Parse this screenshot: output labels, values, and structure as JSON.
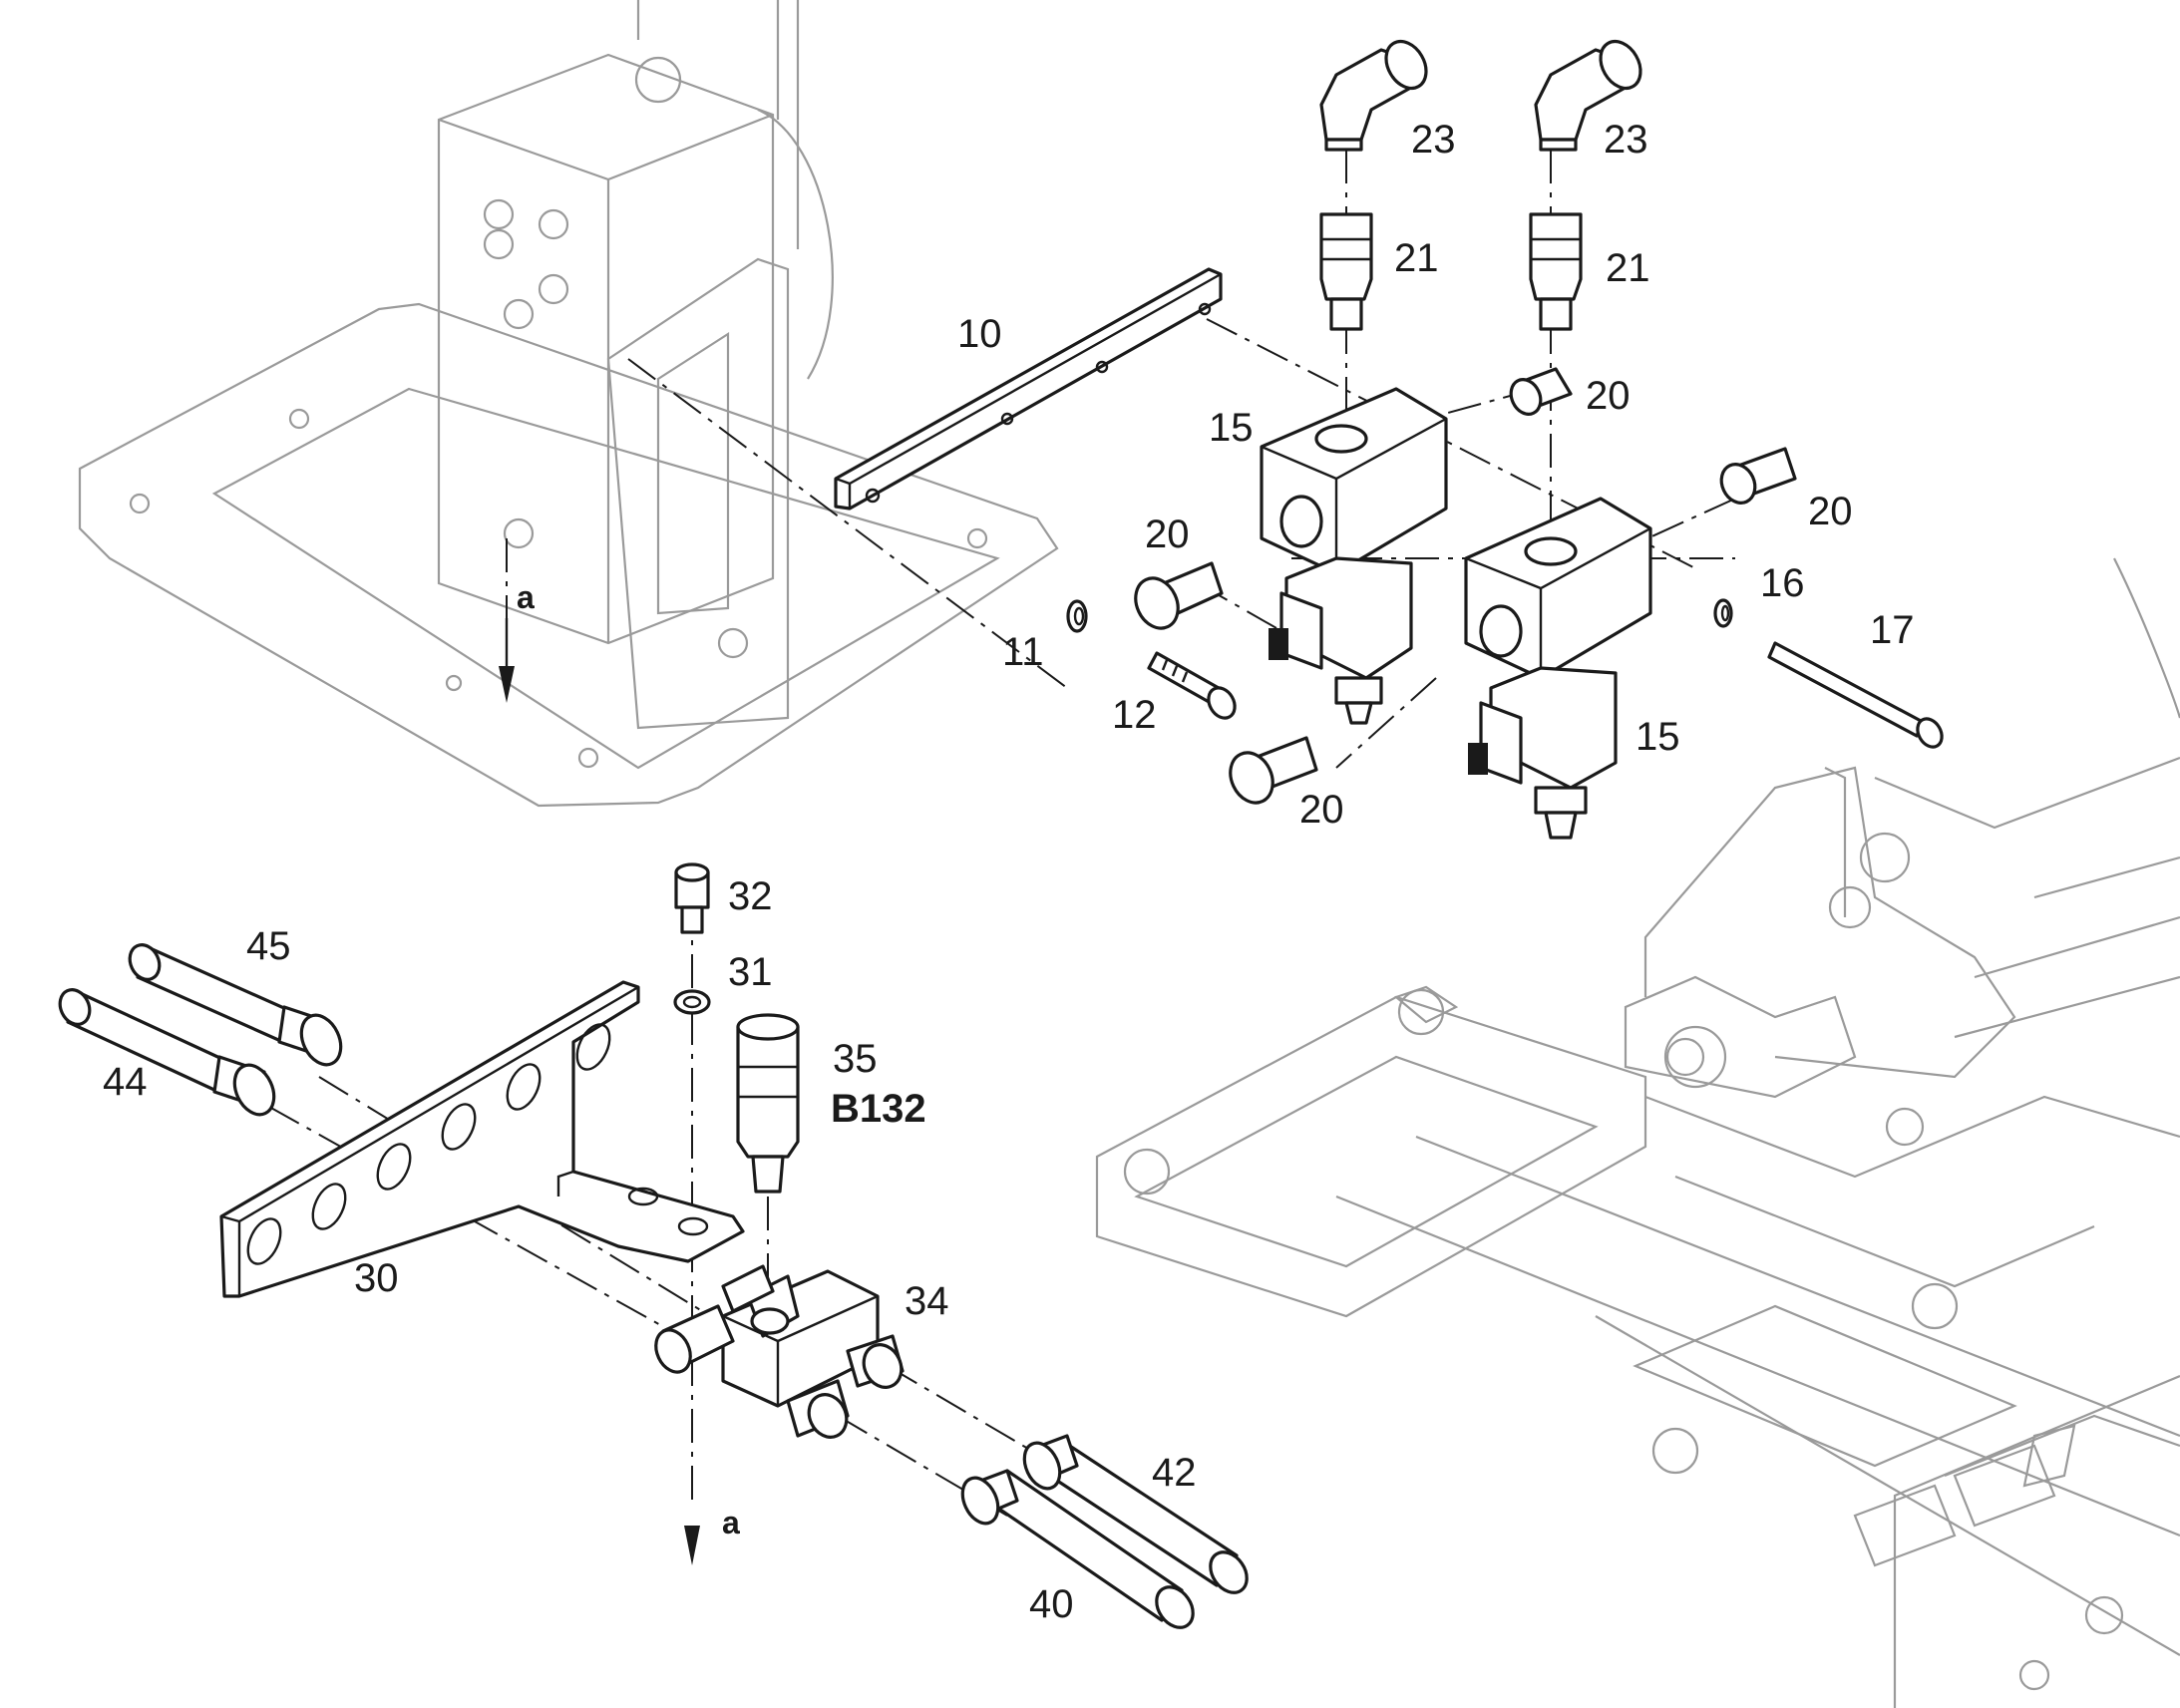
{
  "callouts": {
    "c10": "10",
    "c11": "11",
    "c12": "12",
    "c15a": "15",
    "c15b": "15",
    "c16": "16",
    "c17": "17",
    "c20a": "20",
    "c20b": "20",
    "c20c": "20",
    "c20d": "20",
    "c21a": "21",
    "c21b": "21",
    "c23a": "23",
    "c23b": "23",
    "c30": "30",
    "c31": "31",
    "c32": "32",
    "c34": "34",
    "c35": "35",
    "cB132": "B132",
    "c40": "40",
    "c42": "42",
    "c44": "44",
    "c45": "45"
  },
  "view_marks": {
    "top": "a",
    "bottom": "a"
  }
}
